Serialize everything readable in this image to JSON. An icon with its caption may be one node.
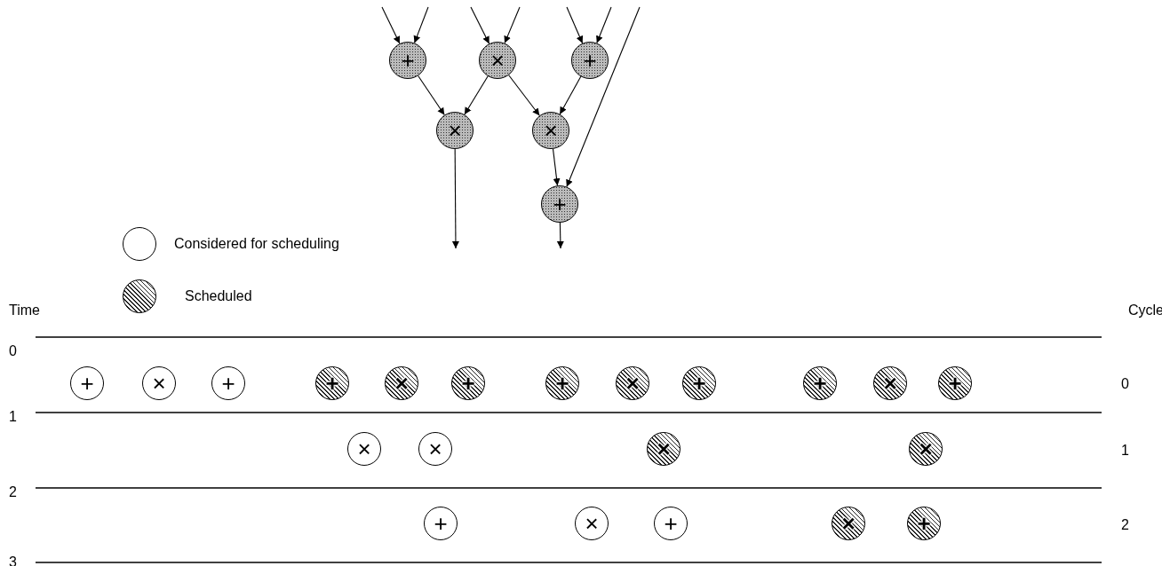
{
  "diagram": {
    "nodes": [
      {
        "text": [
          "+"
        ]
      },
      {
        "text": [
          "×"
        ]
      },
      {
        "text": [
          "+"
        ]
      },
      {
        "text": [
          "×"
        ]
      },
      {
        "text": [
          "×"
        ]
      },
      {
        "text": [
          "+"
        ]
      },
      {
        "text": [
          "+"
        ]
      },
      {
        "text": [
          "×"
        ]
      },
      {
        "text": [
          "+"
        ]
      },
      {
        "text": [
          "+"
        ]
      },
      {
        "text": [
          "×"
        ]
      },
      {
        "text": [
          "+"
        ]
      },
      {
        "text": [
          "+"
        ]
      },
      {
        "text": [
          "×"
        ]
      },
      {
        "text": [
          "+"
        ]
      },
      {
        "text": [
          "+"
        ]
      },
      {
        "text": [
          "×"
        ]
      },
      {
        "text": [
          "+"
        ]
      },
      {
        "text": [
          "×"
        ]
      },
      {
        "text": [
          "×"
        ]
      },
      {
        "text": [
          "×"
        ]
      },
      {
        "text": [
          "×"
        ]
      },
      {
        "text": [
          "+"
        ]
      },
      {
        "text": [
          "×"
        ]
      },
      {
        "text": [
          "+"
        ]
      },
      {
        "text": [
          "×"
        ]
      },
      {
        "text": [
          "+"
        ]
      }
    ],
    "edges": [
      {
        "from": null,
        "to": 0,
        "arrow": "to"
      },
      {
        "from": null,
        "to": 0,
        "arrow": "to"
      },
      {
        "from": null,
        "to": 1,
        "arrow": "to"
      },
      {
        "from": null,
        "to": 1,
        "arrow": "to"
      },
      {
        "from": null,
        "to": 2,
        "arrow": "to"
      },
      {
        "from": null,
        "to": 2,
        "arrow": "to"
      },
      {
        "from": null,
        "to": 5,
        "arrow": "to"
      },
      {
        "from": 0,
        "to": 3,
        "arrow": "to"
      },
      {
        "from": 1,
        "to": 3,
        "arrow": "to"
      },
      {
        "from": 1,
        "to": 4,
        "arrow": "to"
      },
      {
        "from": 2,
        "to": 4,
        "arrow": "to"
      },
      {
        "from": 3,
        "to": null,
        "arrow": "to"
      },
      {
        "from": 4,
        "to": 5,
        "arrow": "to"
      },
      {
        "from": 5,
        "to": null,
        "arrow": "to"
      }
    ],
    "labels": [
      "Time",
      "Cycle",
      "0",
      "0",
      "1",
      "1",
      "2",
      "2",
      "3"
    ],
    "legend": [
      {
        "text": "Considered for scheduling"
      },
      {
        "text": "Scheduled"
      }
    ]
  }
}
